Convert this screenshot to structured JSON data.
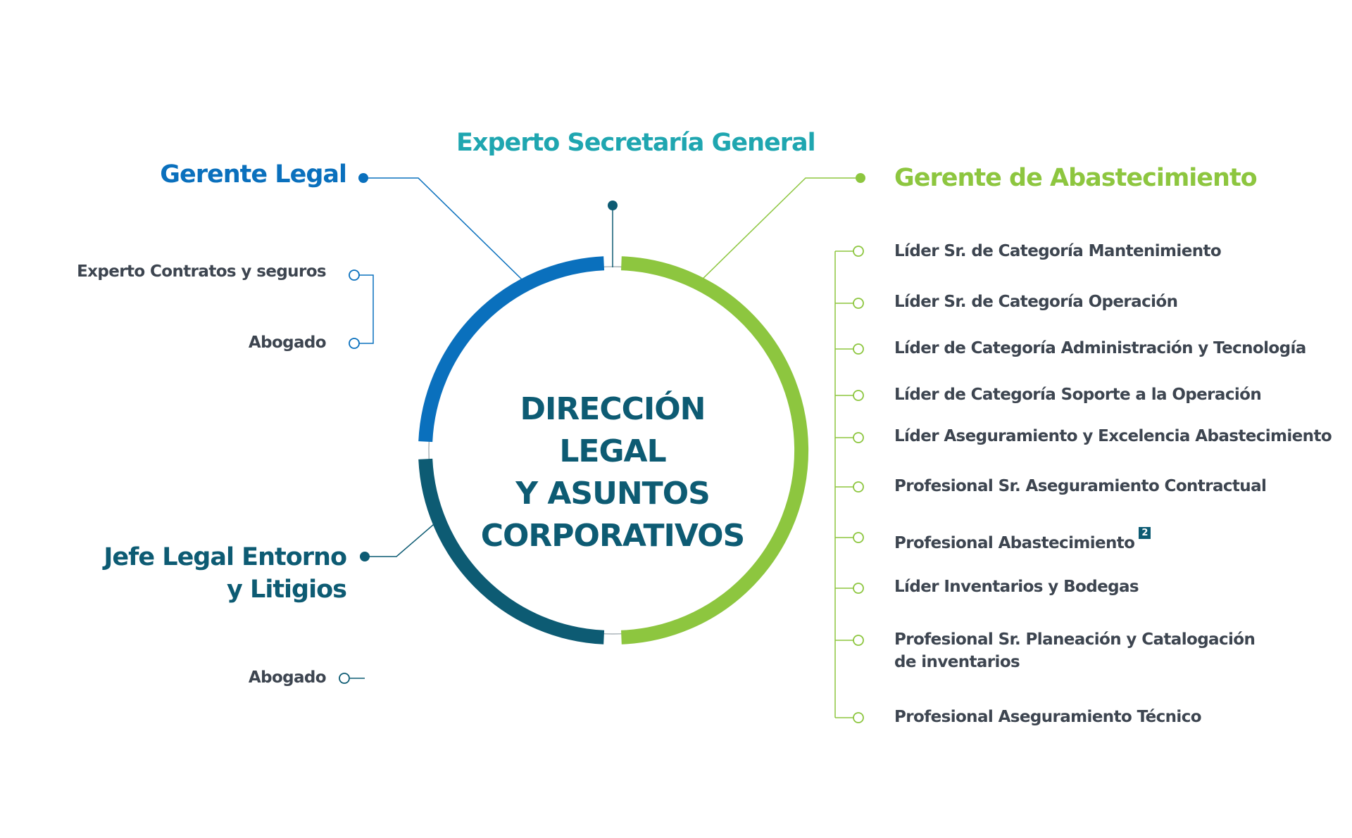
{
  "colors": {
    "legal_blue": "#0a70bd",
    "teal": "#1fa6b0",
    "green": "#8dc63f",
    "dark_teal": "#0d5b73",
    "text_gray": "#3d4550"
  },
  "center": {
    "line1": "DIRECCIÓN LEGAL",
    "line2": "Y ASUNTOS",
    "line3": "CORPORATIVOS"
  },
  "top": {
    "title": "Experto Secretaría General"
  },
  "legal": {
    "title": "Gerente Legal",
    "items": [
      "Experto Contratos y seguros",
      "Abogado"
    ]
  },
  "litigios": {
    "title_line1": "Jefe Legal Entorno",
    "title_line2": "y Litigios",
    "items": [
      "Abogado"
    ]
  },
  "abastecimiento": {
    "title": "Gerente de Abastecimiento",
    "items": [
      "Líder Sr. de Categoría Mantenimiento",
      "Líder Sr. de Categoría Operación",
      "Líder de Categoría Administración y Tecnología",
      "Líder de Categoría Soporte a la Operación",
      "Líder Aseguramiento y Excelencia Abastecimiento",
      "Profesional Sr. Aseguramiento Contractual",
      "Profesional Abastecimiento",
      "Líder Inventarios y Bodegas",
      "Profesional Sr. Planeación y Catalogación",
      "Profesional Aseguramiento Técnico"
    ],
    "item_8_line2": "de inventarios",
    "badge": "2"
  }
}
